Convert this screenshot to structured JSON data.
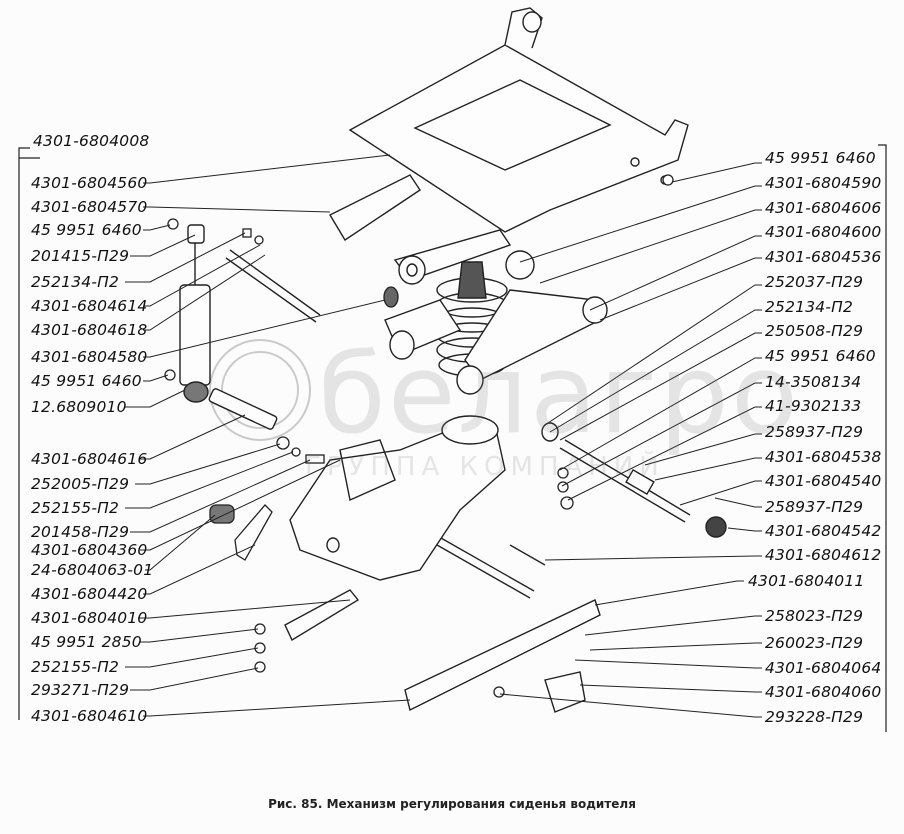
{
  "diagram": {
    "title": "Механизм регулирования сиденья водителя",
    "figure_number": "Рис. 85.",
    "caption": "Рис. 85.  Механизм регулирования сиденья водителя",
    "assembly_label": "4301-6804008",
    "watermark": {
      "brand": "белагро",
      "subtitle": "ГРУППА КОМПАНИЙ"
    },
    "left_labels": [
      "4301-6804560",
      "4301-6804570",
      "45 9951 6460",
      "201415-П29",
      "252134-П2",
      "4301-6804614",
      "4301-6804618",
      "4301-6804580",
      "45 9951 6460",
      "12.6809010",
      "4301-6804616",
      "252005-П29",
      "252155-П2",
      "201458-П29",
      "4301-6804360",
      "24-6804063-01",
      "4301-6804420",
      "4301-6804010",
      "45 9951 2850",
      "252155-П2",
      "293271-П29",
      "4301-6804610"
    ],
    "right_labels": [
      "45 9951 6460",
      "4301-6804590",
      "4301-6804606",
      "4301-6804600",
      "4301-6804536",
      "252037-П29",
      "252134-П2",
      "250508-П29",
      "45 9951 6460",
      "14-3508134",
      "41-9302133",
      "258937-П29",
      "4301-6804538",
      "4301-6804540",
      "258937-П29",
      "4301-6804542",
      "4301-6804612",
      "4301-6804011",
      "258023-П29",
      "260023-П29",
      "4301-6804064",
      "4301-6804060",
      "293228-П29"
    ]
  }
}
